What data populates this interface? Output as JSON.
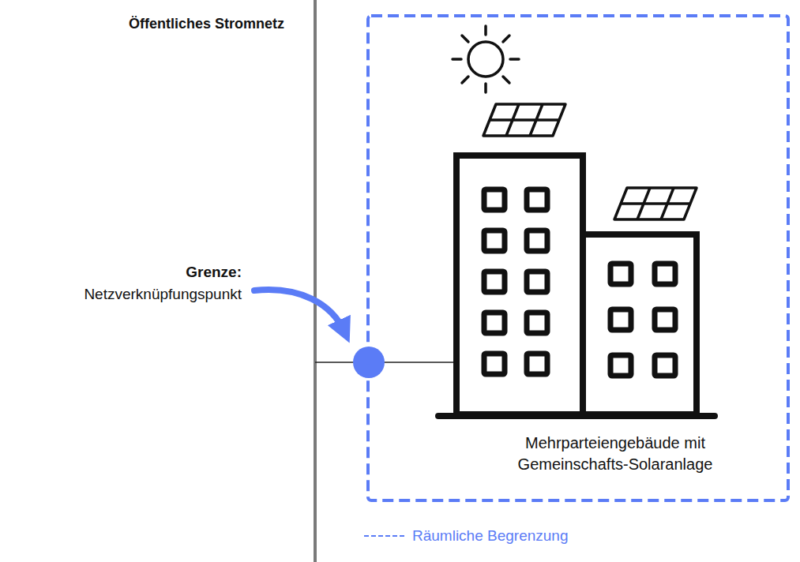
{
  "diagram": {
    "nodes": [
      {
        "text": [
          "Mehrparteiengebäude mit Gemeinschafts-Solaranlage"
        ]
      }
    ],
    "labels": [
      "Öffentliches Stromnetz",
      "Grenze:",
      "Netzverknüpfungspunkt"
    ],
    "legend": [
      {
        "text": "Räumliche Begrenzung"
      }
    ]
  }
}
